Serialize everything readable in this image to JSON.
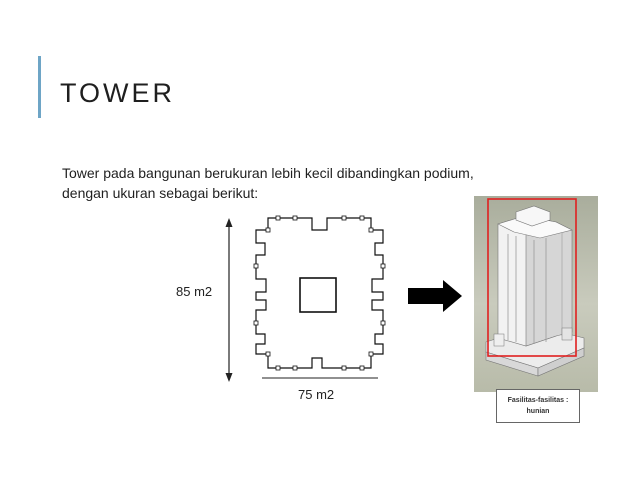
{
  "slide": {
    "title": "TOWER",
    "description_line1": "Tower pada bangunan berukuran lebih kecil dibandingkan podium,",
    "description_line2": "dengan ukuran sebagai berikut:",
    "dimension_vertical": "85 m2",
    "dimension_horizontal": "75 m2",
    "caption_line1": "Fasilitas-fasilitas :",
    "caption_line2": "hunian",
    "colors": {
      "accent": "#6ea5c6",
      "highlight_box": "#e02020",
      "arrow": "#000000"
    }
  }
}
